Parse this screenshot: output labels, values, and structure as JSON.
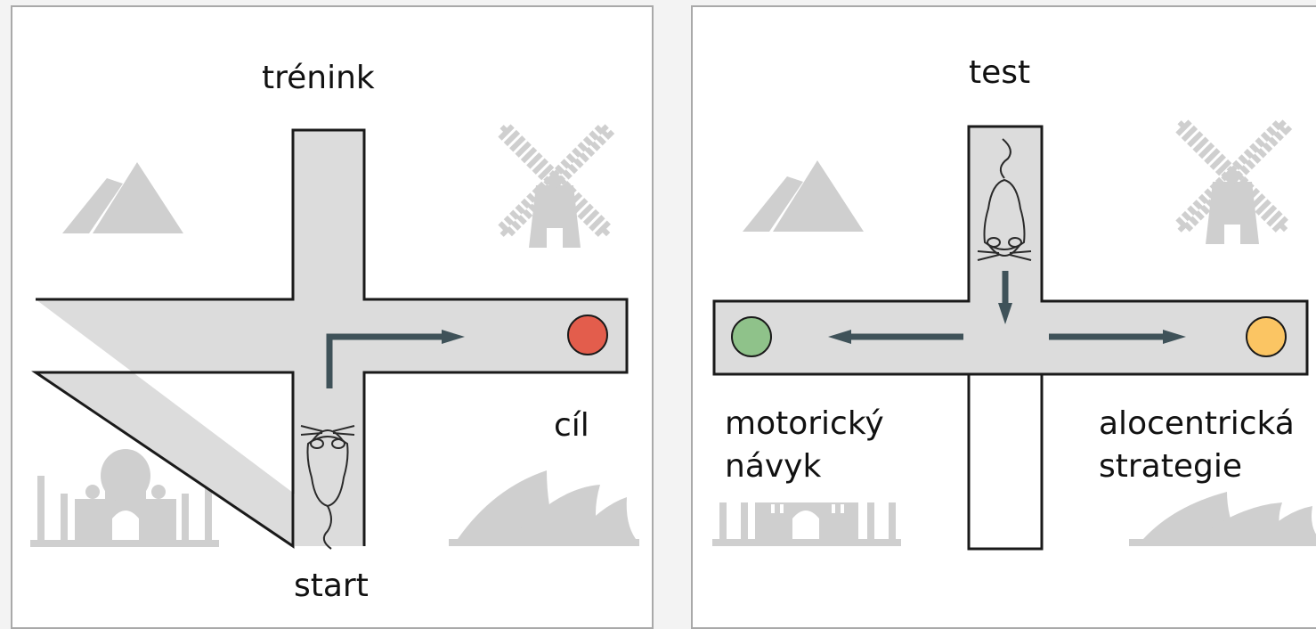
{
  "colors": {
    "maze_fill": "#dcdcdc",
    "maze_stroke": "#1a1a1a",
    "arrow": "#3f5259",
    "landmark": "#cfcfcf",
    "goal_red": "#e35d4c",
    "goal_green": "#8fc28a",
    "goal_orange": "#fbc563"
  },
  "panels": {
    "training": {
      "title": "trénink",
      "start_label": "start",
      "goal_label": "cíl"
    },
    "test": {
      "title": "test",
      "left_label_line1": "motorický",
      "left_label_line2": "návyk",
      "right_label_line1": "alocentrická",
      "right_label_line2": "strategie"
    }
  },
  "landmarks": [
    "mountain-icon",
    "windmill-icon",
    "taj-mahal-icon",
    "opera-house-icon"
  ]
}
